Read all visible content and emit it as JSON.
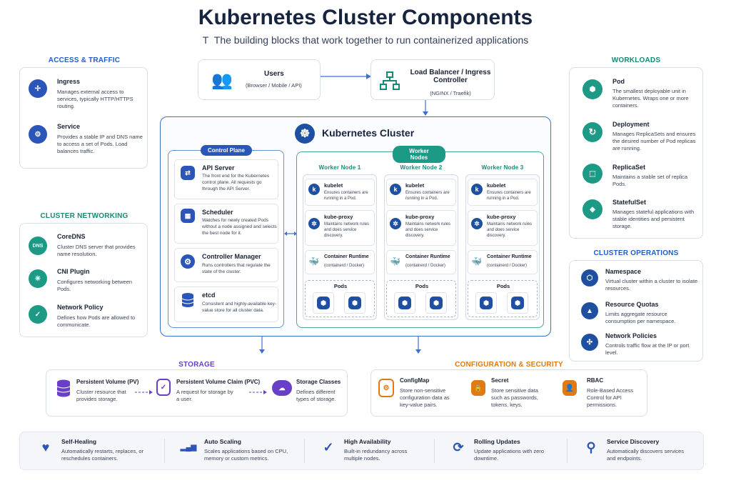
{
  "title": "Kubernetes Cluster Components",
  "subtitle_glyph": "T",
  "subtitle": "The building blocks that work together to run containerized applications",
  "access": {
    "heading": "ACCESS & TRAFFIC",
    "items": [
      {
        "title": "Ingress",
        "desc": "Manages external access to services, typically HTTP/HTTPS routing."
      },
      {
        "title": "Service",
        "desc": "Provides a stable IP and DNS name to access a set of Pods. Load balances traffic."
      }
    ]
  },
  "networking": {
    "heading": "CLUSTER NETWORKING",
    "items": [
      {
        "title": "CoreDNS",
        "desc": "Cluster DNS server that provides name resolution.",
        "icon_text": "DNS"
      },
      {
        "title": "CNI Plugin",
        "desc": "Configures networking between Pods."
      },
      {
        "title": "Network Policy",
        "desc": "Defines how Pods are allowed to communicate."
      }
    ]
  },
  "users": {
    "title": "Users",
    "desc": "(Browser / Mobile / API)"
  },
  "lb": {
    "title": "Load Balancer / Ingress Controller",
    "desc": "(NGINX / Traefik)"
  },
  "cluster": {
    "title": "Kubernetes Cluster"
  },
  "control_plane": {
    "label": "Control Plane",
    "items": [
      {
        "title": "API Server",
        "desc": "The front end for the Kubernetes control plane. All requests go through the API Server."
      },
      {
        "title": "Scheduler",
        "desc": "Watches for newly created Pods without a node assigned and selects the best node for it."
      },
      {
        "title": "Controller Manager",
        "desc": "Runs controllers that regulate the state of the cluster."
      },
      {
        "title": "etcd",
        "desc": "Consistent and highly-available key-value store for all cluster data."
      }
    ]
  },
  "worker_nodes": {
    "label": "Worker Nodes",
    "nodes": [
      {
        "name": "Worker Node 1"
      },
      {
        "name": "Worker Node 2"
      },
      {
        "name": "Worker Node 3"
      }
    ],
    "kubelet": {
      "title": "kubelet",
      "desc": "Ensures containers are running in a Pod."
    },
    "kube_proxy": {
      "title": "kube-proxy",
      "desc": "Maintains network rules and does service discovery."
    },
    "runtime": {
      "title": "Container Runtime",
      "desc": "(containerd / Docker)"
    },
    "pods_label": "Pods"
  },
  "workloads": {
    "heading": "WORKLOADS",
    "items": [
      {
        "title": "Pod",
        "desc": "The smallest deployable unit in Kubernetes. Wraps one or more containers."
      },
      {
        "title": "Deployment",
        "desc": "Manages ReplicaSets and ensures the desired number of Pod replicas are running."
      },
      {
        "title": "ReplicaSet",
        "desc": "Maintains a stable set of replica Pods."
      },
      {
        "title": "StatefulSet",
        "desc": "Manages stateful applications with stable identities and persistent storage."
      }
    ]
  },
  "operations": {
    "heading": "CLUSTER OPERATIONS",
    "items": [
      {
        "title": "Namespace",
        "desc": "Virtual cluster within a cluster to isolate resources."
      },
      {
        "title": "Resource Quotas",
        "desc": "Limits aggregate resource consumption per namespace."
      },
      {
        "title": "Network Policies",
        "desc": "Controls traffic flow at the IP or port level."
      }
    ]
  },
  "storage": {
    "heading": "STORAGE",
    "items": [
      {
        "title": "Persistent Volume (PV)",
        "desc": "Cluster resource that provides storage."
      },
      {
        "title": "Persistent Volume Claim (PVC)",
        "desc": "A request for storage by a user."
      },
      {
        "title": "Storage Classes",
        "desc": "Defines different types of storage."
      }
    ]
  },
  "config": {
    "heading": "CONFIGURATION & SECURITY",
    "items": [
      {
        "title": "ConfigMap",
        "desc": "Store non-sensitive configuration data as key-value pairs."
      },
      {
        "title": "Secret",
        "desc": "Store sensitive data such as passwords, tokens, keys."
      },
      {
        "title": "RBAC",
        "desc": "Role-Based Access Control for API permissions."
      }
    ]
  },
  "features": [
    {
      "title": "Self-Healing",
      "desc": "Automatically restarts, replaces, or reschedules containers."
    },
    {
      "title": "Auto Scaling",
      "desc": "Scales applications based on CPU, memory or custom metrics."
    },
    {
      "title": "High Availability",
      "desc": "Built-in redundancy across multiple nodes."
    },
    {
      "title": "Rolling Updates",
      "desc": "Update applications with zero downtime."
    },
    {
      "title": "Service Discovery",
      "desc": "Automatically discovers services and endpoints."
    }
  ],
  "colors": {
    "blue": "#1f5ccc",
    "teal": "#178a76",
    "purple": "#6a3fc8",
    "orange": "#e07a12",
    "navy": "#16243f"
  }
}
